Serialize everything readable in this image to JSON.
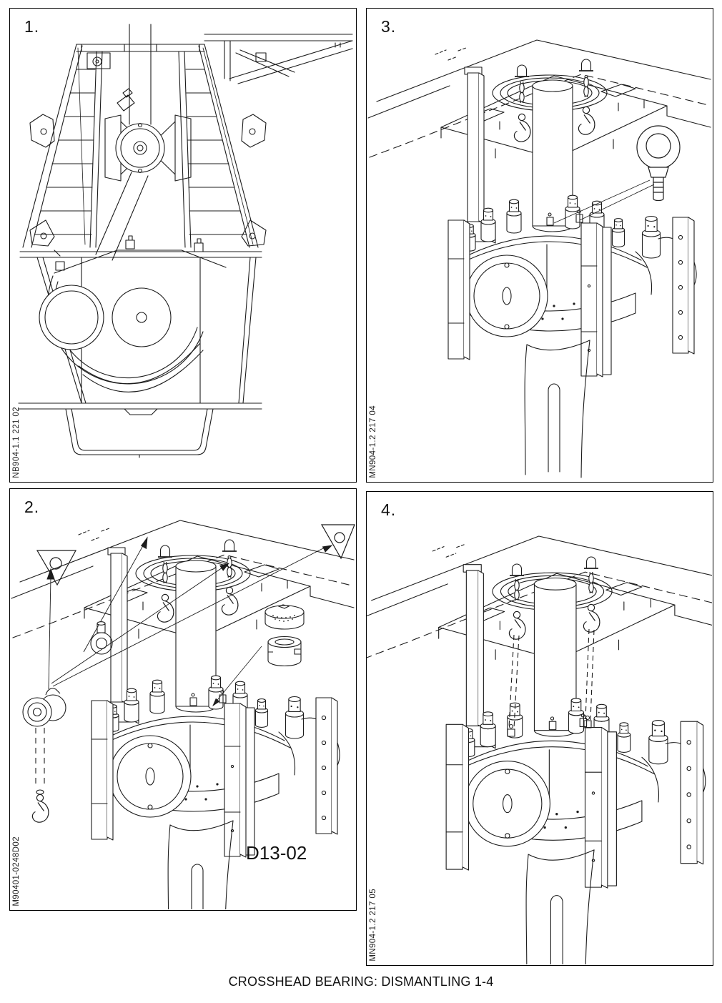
{
  "page": {
    "caption": "CROSSHEAD BEARING: DISMANTLING 1-4",
    "background_color": "#ffffff",
    "ink_color": "#1c1c1c"
  },
  "panels": [
    {
      "number": "1.",
      "code": "NB904-1.1 221 02"
    },
    {
      "number": "2.",
      "code": "M90401-0248D02",
      "label": "D13-02"
    },
    {
      "number": "3.",
      "code": "MN904-1.2 217 04"
    },
    {
      "number": "4.",
      "code": "MN904-1.2 217 05"
    }
  ]
}
